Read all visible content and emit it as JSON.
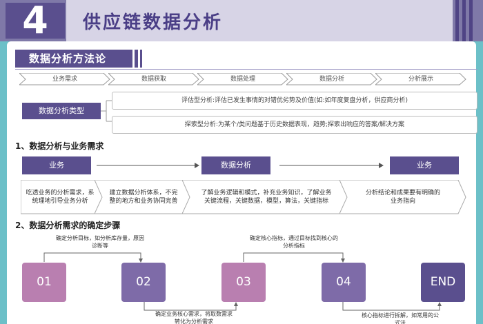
{
  "header": {
    "number": "4",
    "title": "供应链数据分析"
  },
  "section": {
    "title": "数据分析方法论"
  },
  "process_steps": [
    "业务需求",
    "数据获取",
    "数据处理",
    "数据分析",
    "分析展示"
  ],
  "analysis_types": {
    "label": "数据分析类型",
    "items": [
      "评估型分析:评估已发生事情的对错优劣势及价值(如:如年度复盘分析，供应商分析)",
      "探索型分析:为某个/类问题基于历史数据表现，趋势;探索出响应的答案/解决方案"
    ]
  },
  "part1": {
    "title": "1、数据分析与业务需求",
    "boxes": [
      "业务",
      "数据分析",
      "业务"
    ],
    "descs": [
      "吃透业务的分析需求，系统理地引导业务分析",
      "建立数据分析体系，不完整的地方和业务协同完善",
      "了解业务逻辑和模式，补充业务知识，了解业务关键流程，关键数据，模型，算法，关键指标",
      "分析结论和成果要有明确的业务指向"
    ]
  },
  "part2": {
    "title": "2、数据分析需求的确定步骤",
    "steps": [
      "01",
      "02",
      "03",
      "04",
      "END"
    ],
    "notes_top": [
      "确定分析目标，如分析库存量，原因诊断等",
      "确定核心指标，通过目标找到核心的分析指标"
    ],
    "notes_bottom": [
      "确定业务核心需求，将取数需求转化为分析需求",
      "核心指标进行拆解，如常用的公式法"
    ]
  },
  "colors": {
    "primary": "#5a4f8e",
    "teal": "#6cc0c8",
    "step_pink": "#b97fb0",
    "step_purple": "#7e6ba8"
  }
}
